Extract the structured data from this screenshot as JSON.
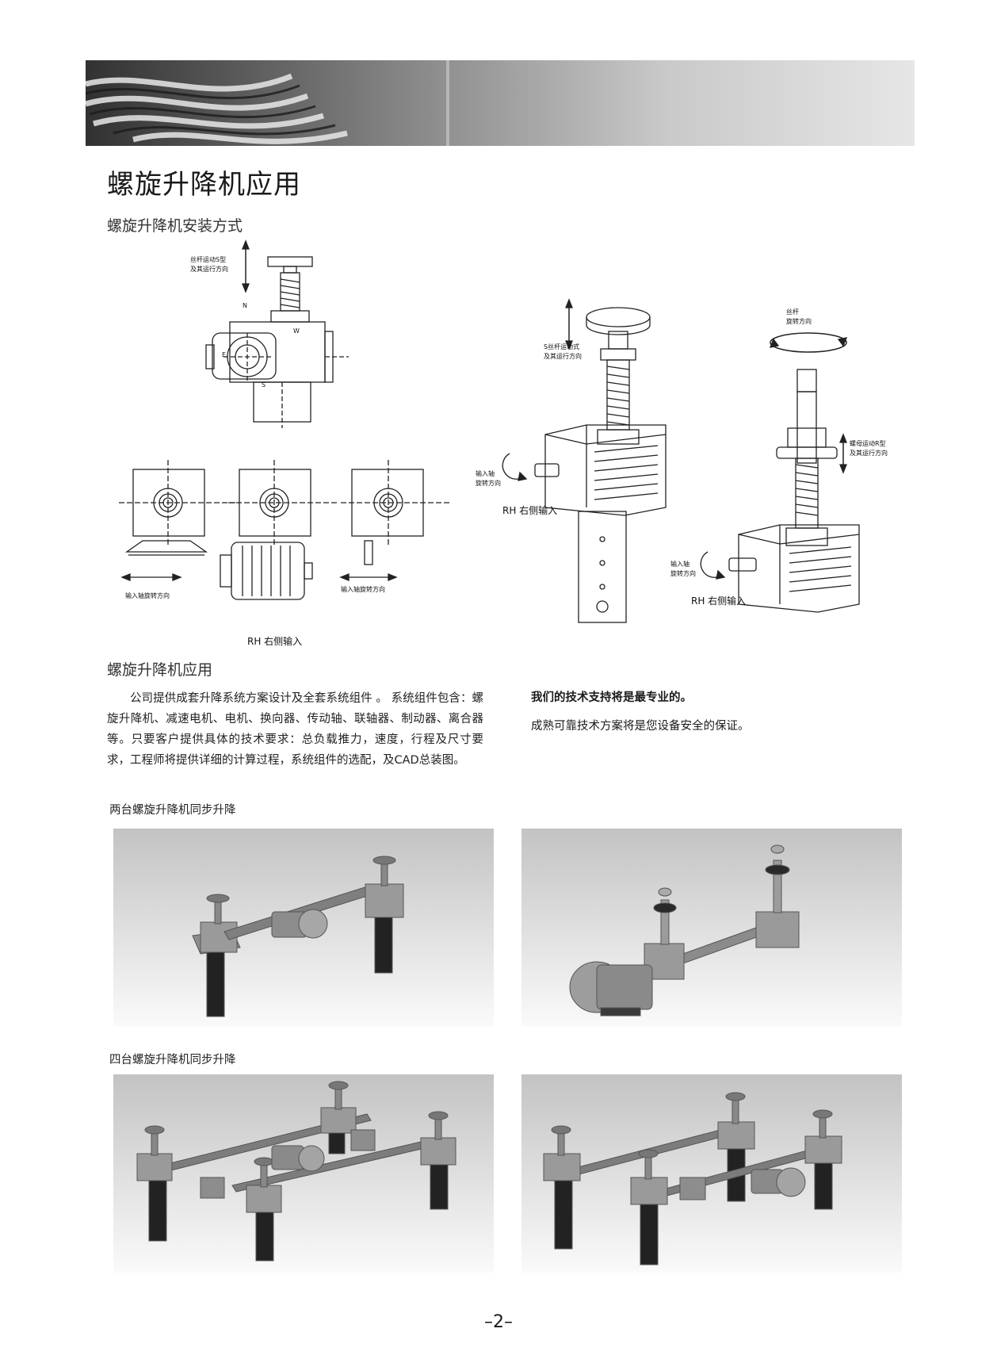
{
  "title": "螺旋升降机应用",
  "subtitle_install": "螺旋升降机安装方式",
  "diagram_labels": {
    "screw_motion_s_type": "丝杆运动S型",
    "and_direction": "及其运行方向",
    "compass_n": "N",
    "compass_e": "E",
    "compass_w": "W",
    "compass_s": "S",
    "input_shaft_rotation": "输入轴旋转方向",
    "rh_right_input": "RH 右侧输入",
    "s_screw_motion": "S丝杆运动式",
    "input_shaft": "输入轴",
    "rotation_direction": "旋转方向",
    "screw_label": "丝杆",
    "nut_motion_r_type": "螺母运动R型",
    "and_direction_2": "及其运行方向"
  },
  "subtitle_application": "螺旋升降机应用",
  "paragraph_left": "公司提供成套升降系统方案设计及全套系统组件 。  系统组件包含：螺旋升降机、减速电机、电机、换向器、传动轴、联轴器、制动器、离合器等。只要客户提供具体的技术要求：总负载推力，速度，行程及尺寸要求，工程师将提供详细的计算过程，系统组件的选配，及CAD总装图。",
  "paragraph_right_bold": "我们的技术支持将是最专业的。",
  "paragraph_right": "成熟可靠技术方案将是您设备安全的保证。",
  "caption_two": "两台螺旋升降机同步升降",
  "caption_four": "四台螺旋升降机同步升降",
  "page_number": "–2–"
}
